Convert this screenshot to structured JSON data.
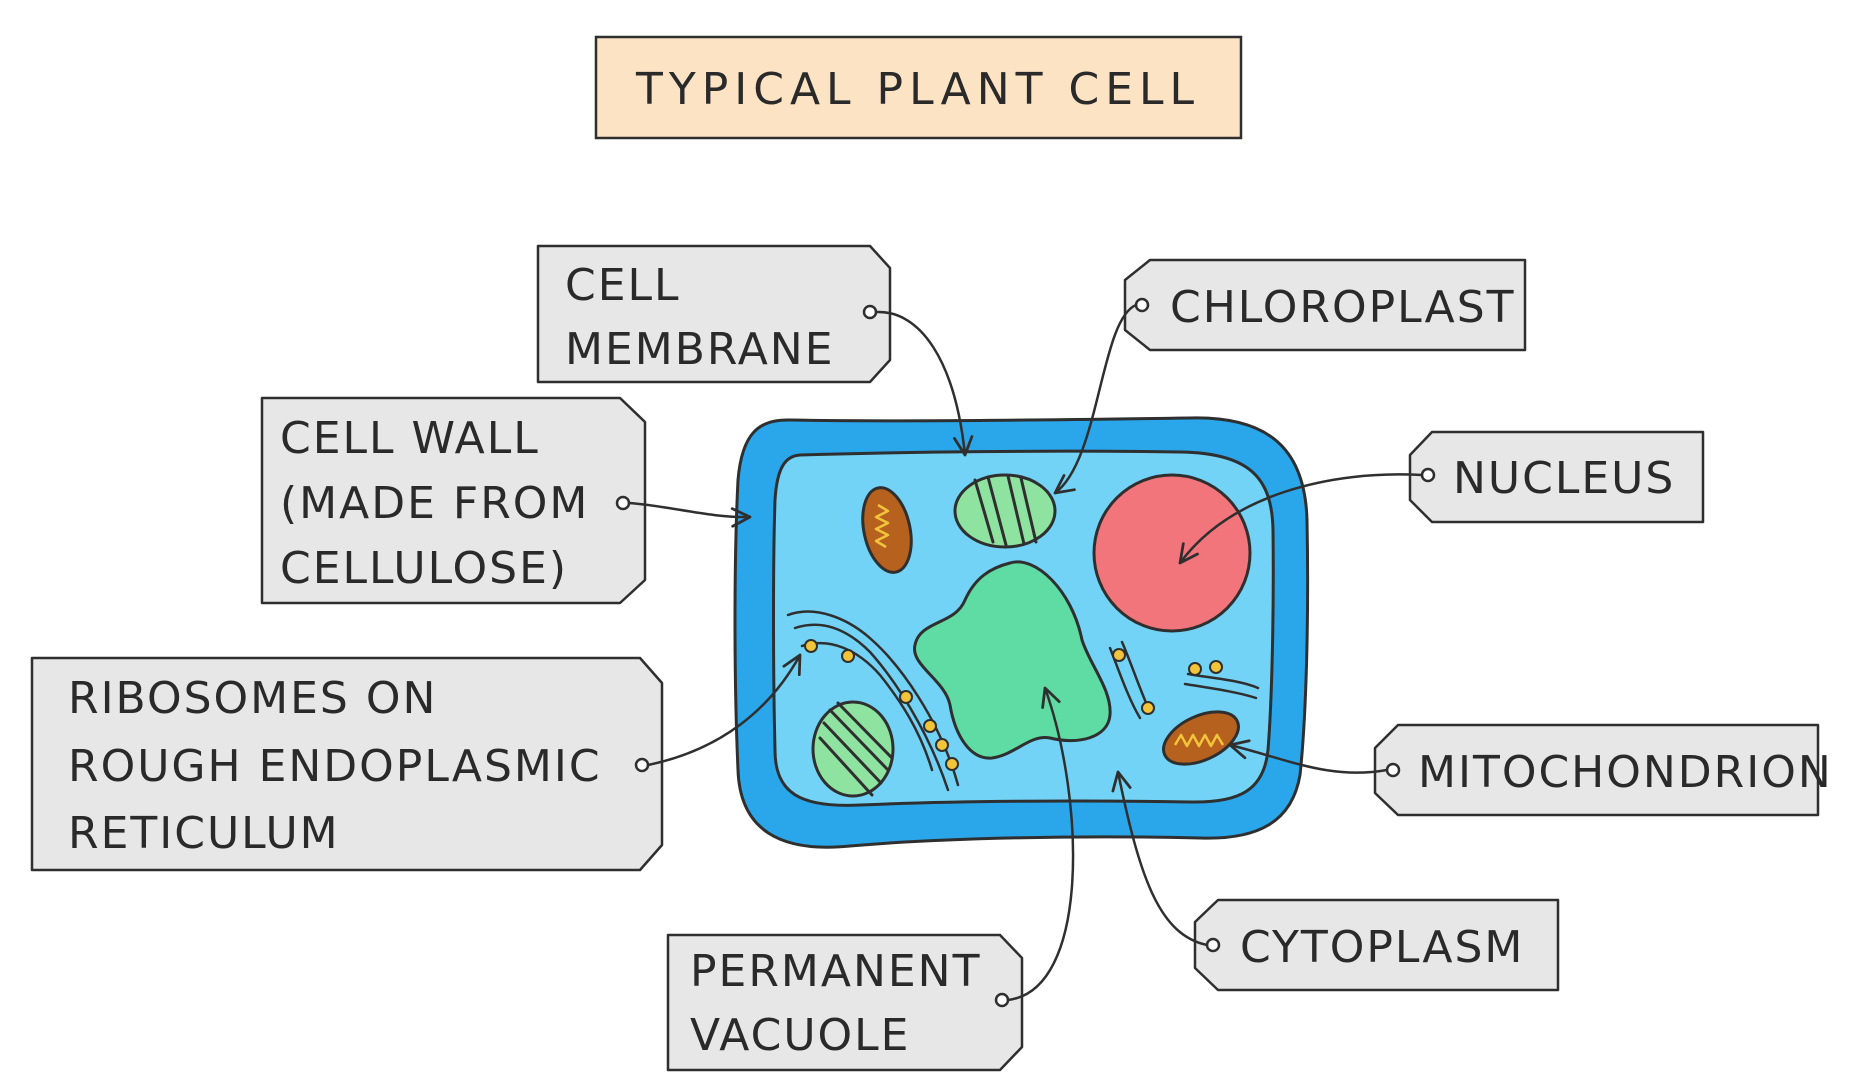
{
  "title": "TYPICAL PLANT CELL",
  "colors": {
    "title_box": "#fbe3c4",
    "tag_fill": "#e7e7e7",
    "cell_wall": "#2aa6ea",
    "cytoplasm": "#72d3f7",
    "nucleus": "#f2757b",
    "vacuole": "#5fdba4",
    "chloroplast": "#8fe3a0",
    "mitochondrion": "#b6611e",
    "ribosome": "#f1c43a"
  },
  "labels": {
    "cell_membrane": [
      "CELL",
      "MEMBRANE"
    ],
    "chloroplast": [
      "CHLOROPLAST"
    ],
    "cell_wall": [
      "CELL WALL",
      "(MADE FROM",
      "CELLULOSE)"
    ],
    "nucleus": [
      "NUCLEUS"
    ],
    "ribosomes_rer": [
      "RIBOSOMES ON",
      "ROUGH ENDOPLASMIC",
      "RETICULUM"
    ],
    "mitochondrion": [
      "MITOCHONDRION"
    ],
    "permanent_vacuole": [
      "PERMANENT",
      "VACUOLE"
    ],
    "cytoplasm": [
      "CYTOPLASM"
    ]
  }
}
